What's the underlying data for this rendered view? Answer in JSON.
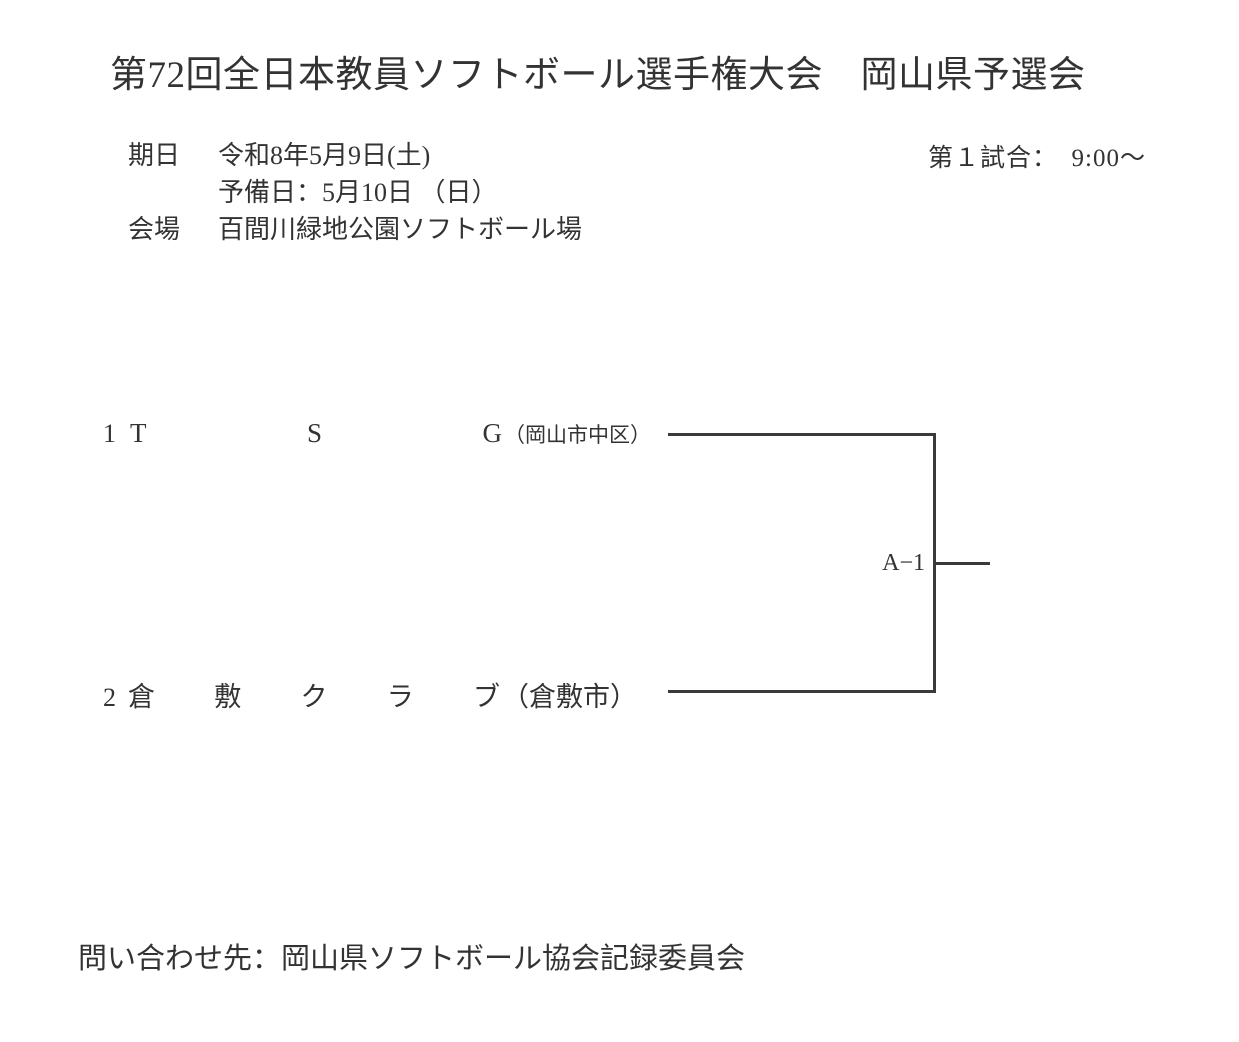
{
  "document": {
    "title": "第72回全日本教員ソフトボール選手権大会　岡山県予選会"
  },
  "info": {
    "date_label": "期日",
    "date_value": "令和8年5月9日(土)",
    "reserve_date_value": "予備日：5月10日 （日）",
    "venue_label": "会場",
    "venue_value": "百間川緑地公園ソフトボール場"
  },
  "schedule": {
    "first_game": "第１試合：　9:00〜"
  },
  "bracket": {
    "match_label": "A−1",
    "teams": [
      {
        "seed": "1",
        "name_chars": [
          "T",
          "S",
          "G"
        ],
        "locale": "（岡山市中区）"
      },
      {
        "seed": "2",
        "name_chars": [
          "倉",
          "敷",
          "ク",
          "ラ",
          "ブ"
        ],
        "locale": "（倉敷市）"
      }
    ]
  },
  "footer": {
    "contact": "問い合わせ先：岡山県ソフトボール協会記録委員会"
  },
  "colors": {
    "text": "#333333",
    "line": "#3a3a3c",
    "background": "#ffffff"
  }
}
